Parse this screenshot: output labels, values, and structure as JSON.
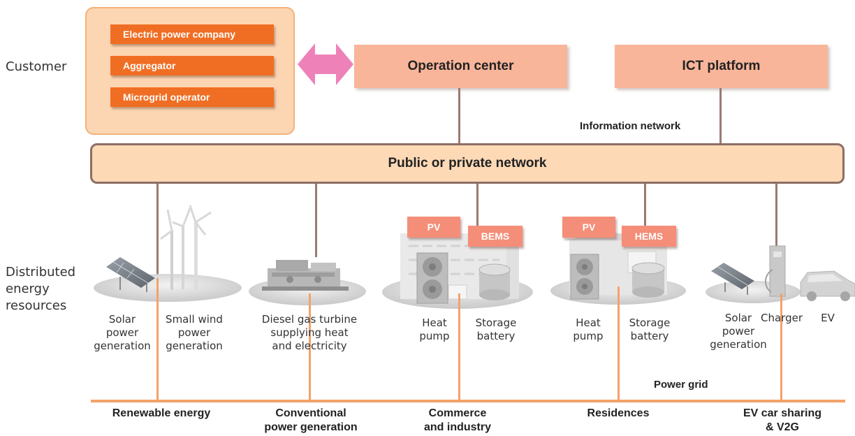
{
  "side_labels": {
    "customer": "Customer",
    "der": [
      "Distributed",
      "energy",
      "resources"
    ]
  },
  "customer_orgs": [
    "Electric power company",
    "Aggregator",
    "Microgrid operator"
  ],
  "top_boxes": {
    "operation_center": "Operation center",
    "ict_platform": "ICT platform"
  },
  "information_network": "Information network",
  "network": "Public or private network",
  "tags": {
    "pv1": "PV",
    "bems": "BEMS",
    "pv2": "PV",
    "hems": "HEMS"
  },
  "devices": {
    "solar1": [
      "Solar",
      "power",
      "generation"
    ],
    "wind": [
      "Small wind",
      "power",
      "generation"
    ],
    "diesel": [
      "Diesel gas turbine",
      "supplying heat",
      "and electricity"
    ],
    "heat_pump1": [
      "Heat",
      "pump"
    ],
    "storage1": [
      "Storage",
      "battery"
    ],
    "heat_pump2": [
      "Heat",
      "pump"
    ],
    "storage2": [
      "Storage",
      "battery"
    ],
    "solar2": [
      "Solar",
      "power",
      "generation"
    ],
    "charger": "Charger",
    "ev": "EV"
  },
  "power_grid": "Power grid",
  "categories": {
    "renewable": [
      "Renewable energy"
    ],
    "conventional": [
      "Conventional",
      "power generation"
    ],
    "commerce": [
      "Commerce",
      "and industry"
    ],
    "residences": [
      "Residences"
    ],
    "ev": [
      "EV car sharing",
      "& V2G"
    ]
  }
}
